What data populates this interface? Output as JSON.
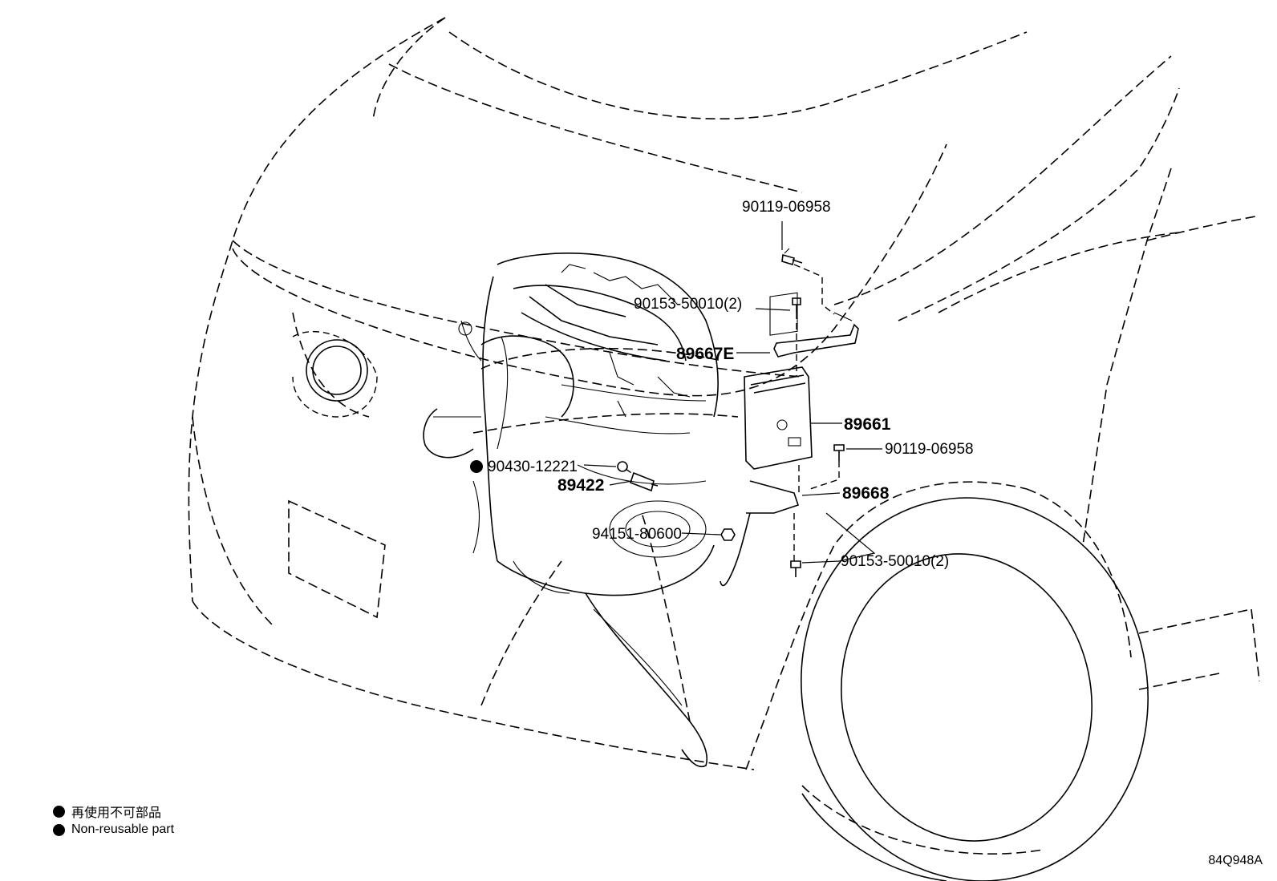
{
  "parts": {
    "p1": "90119-06958",
    "p2": "90153-50010(2)",
    "p3": "89667E",
    "p4": "89661",
    "p5": "90119-06958",
    "p6": "90430-12221",
    "p7": "89422",
    "p8": "89668",
    "p9": "94151-80600",
    "p10": "90153-50010(2)"
  },
  "legend": {
    "jp": "再使用不可部品",
    "en": "Non-reusable part"
  },
  "figure_code": "84Q948A"
}
